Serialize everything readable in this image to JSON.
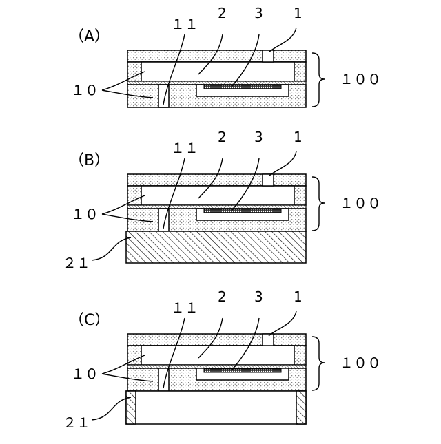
{
  "panels": [
    {
      "id": "A",
      "title": "（A）",
      "labels": {
        "n1": "1",
        "n2": "2",
        "n3": "3",
        "n10": "１０",
        "n11": "１１",
        "n100": "１００"
      },
      "has_base": false
    },
    {
      "id": "B",
      "title": "（B）",
      "labels": {
        "n1": "1",
        "n2": "2",
        "n3": "3",
        "n10": "１０",
        "n11": "１１",
        "n100": "１００",
        "n21": "２１"
      },
      "has_base": true,
      "base_style": "solid-hatched"
    },
    {
      "id": "C",
      "title": "（C）",
      "labels": {
        "n1": "1",
        "n2": "2",
        "n3": "3",
        "n10": "１０",
        "n11": "１１",
        "n100": "１００",
        "n21": "２１"
      },
      "has_base": true,
      "base_style": "hollow-frame"
    }
  ]
}
